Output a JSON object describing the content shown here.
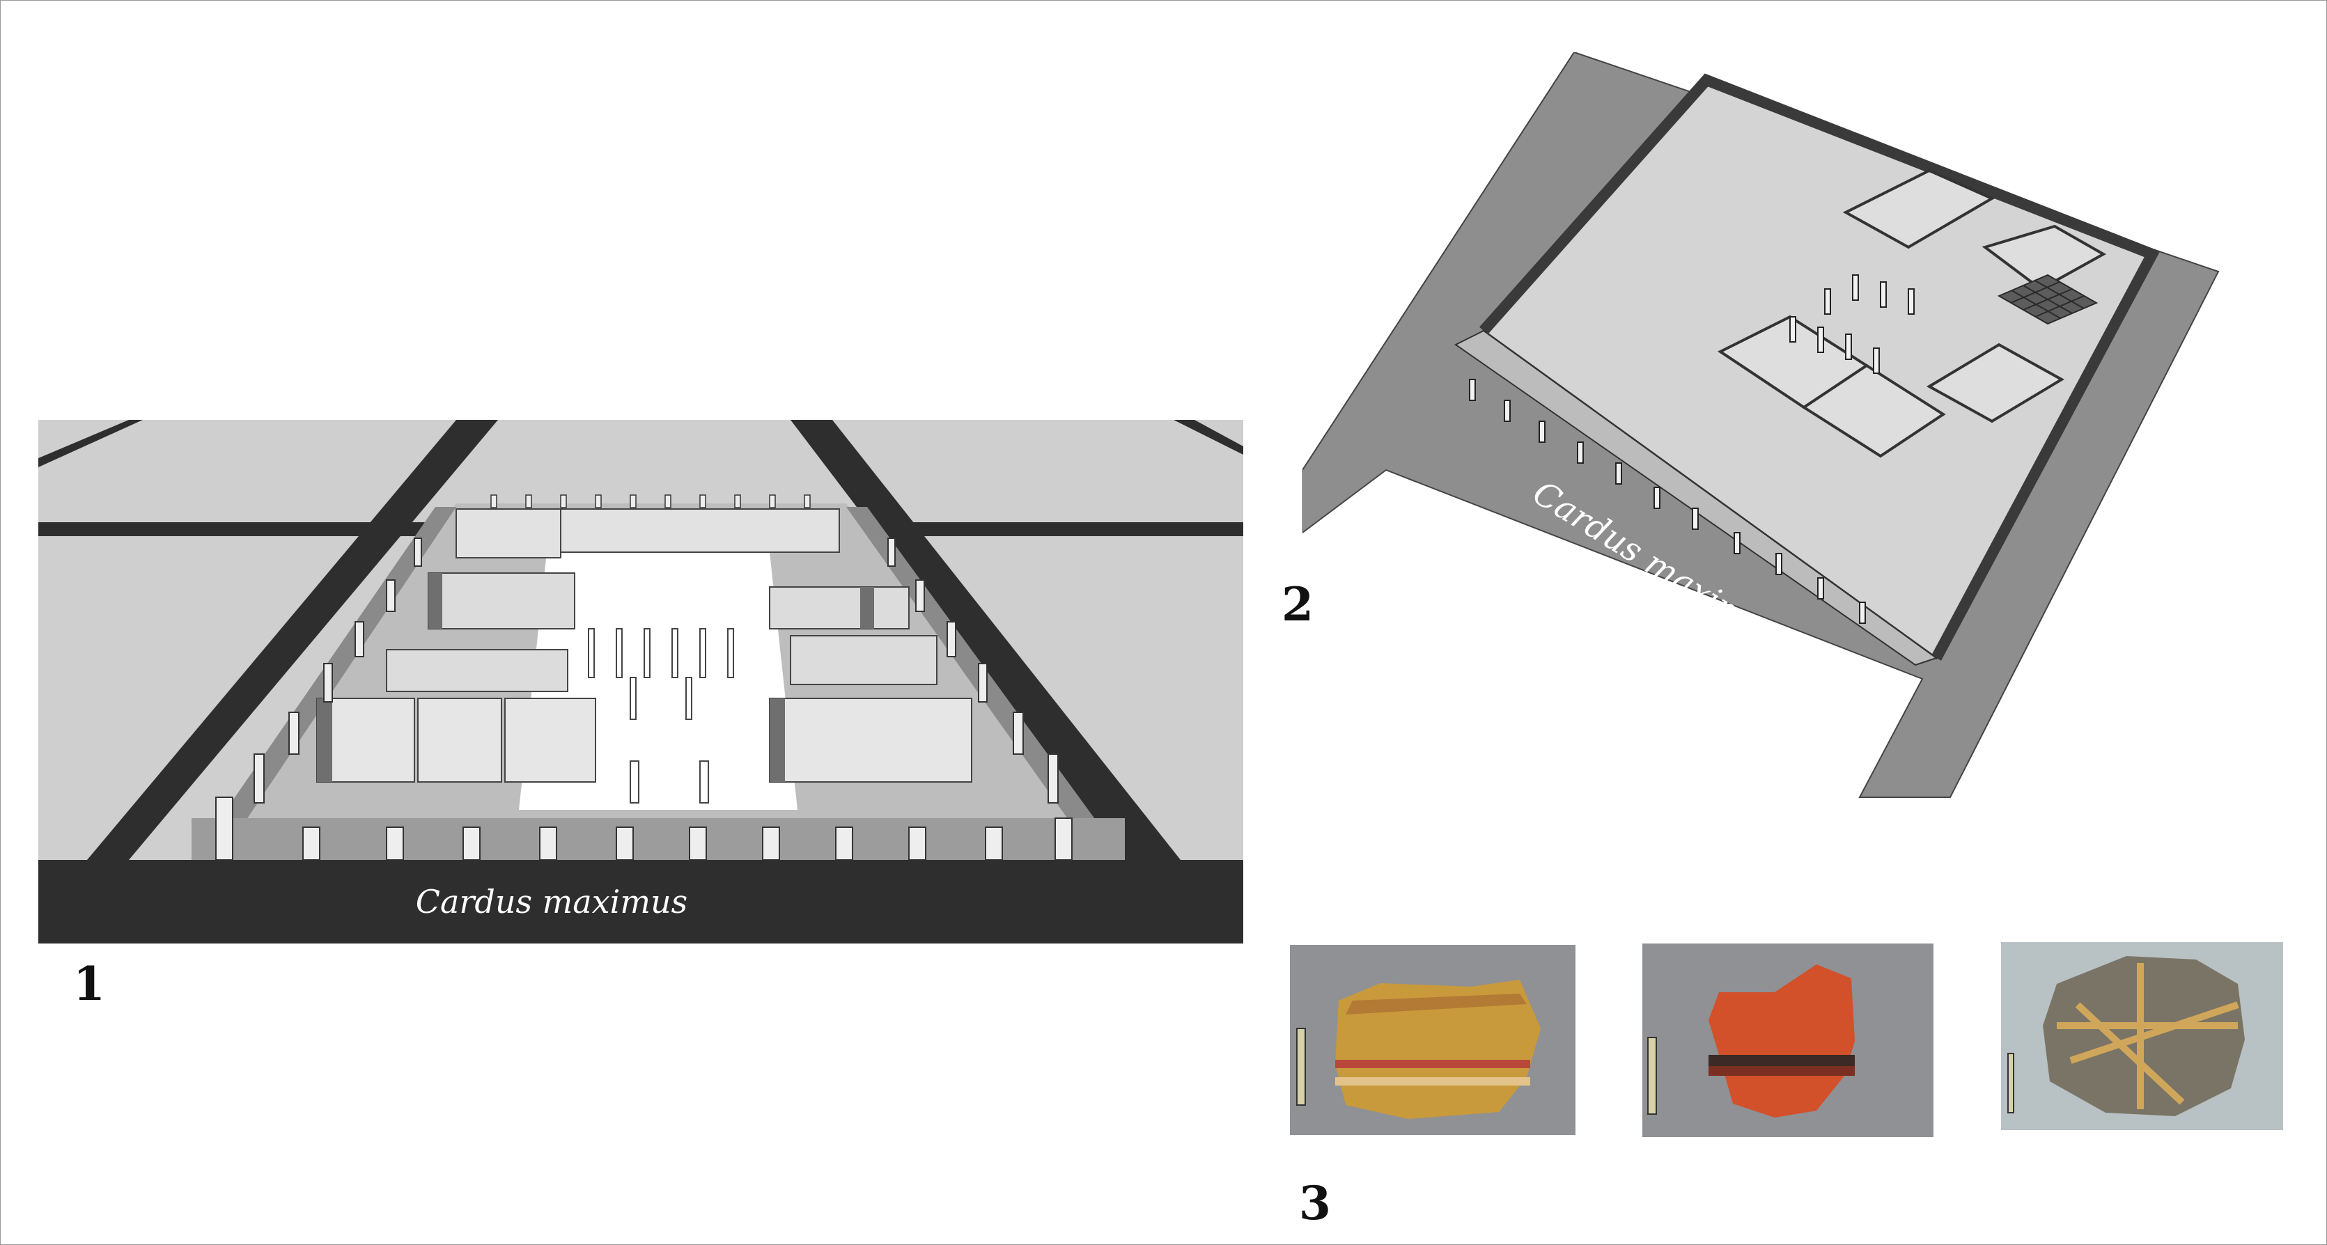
{
  "figure": {
    "panels": [
      {
        "number": "1",
        "street_label": "Cardus maximus"
      },
      {
        "number": "2",
        "street_label": "Cardus maximus"
      },
      {
        "number": "3"
      }
    ],
    "colors": {
      "street_dark": "#2e2e2e",
      "ground": "#cfcfcf",
      "wall_light": "#d4d4d4",
      "wall_dark": "#6f6f6f",
      "street_gray": "#8e8e8e",
      "fresco_ochre": "#c99a3c",
      "fresco_red": "#d2502a",
      "fresco_gray": "#7a7466"
    }
  }
}
